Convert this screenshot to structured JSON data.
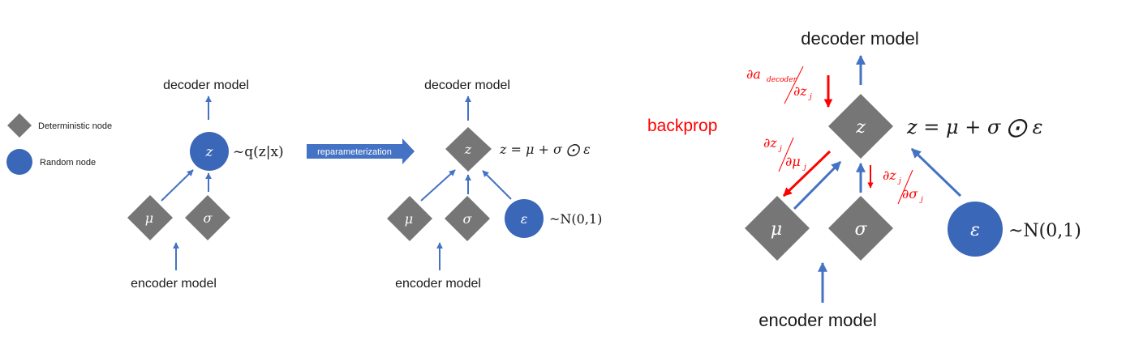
{
  "legend": {
    "deterministic_label": "Deterministic node",
    "random_label": "Random node"
  },
  "colors": {
    "deterministic": "#767676",
    "random": "#3a67b8",
    "arrow_blue": "#4472c4",
    "backprop_red": "#ff0000"
  },
  "panel1": {
    "decoder_label": "decoder model",
    "encoder_label": "encoder model",
    "z_symbol": "z",
    "mu_symbol": "μ",
    "sigma_symbol": "σ",
    "z_distribution": "~q(z|x)"
  },
  "transition": {
    "label": "reparameterization"
  },
  "panel2": {
    "decoder_label": "decoder model",
    "encoder_label": "encoder model",
    "z_symbol": "z",
    "mu_symbol": "μ",
    "sigma_symbol": "σ",
    "epsilon_symbol": "ε",
    "z_equation": "z = μ + σ ⨀ ε",
    "epsilon_distribution": "~N(0,1)"
  },
  "panel3": {
    "backprop_label": "backprop",
    "decoder_label": "decoder model",
    "encoder_label": "encoder model",
    "z_symbol": "z",
    "mu_symbol": "μ",
    "sigma_symbol": "σ",
    "epsilon_symbol": "ε",
    "z_equation": "z = μ + σ ⨀ ε",
    "epsilon_distribution": "~N(0,1)",
    "grad_decoder": {
      "numerator": "∂a",
      "subscript": "decoder",
      "denominator": "∂z",
      "denominator_sub": "j"
    },
    "grad_mu": {
      "numerator": "∂z",
      "numerator_sub": "j",
      "denominator": "∂μ",
      "denominator_sub": "j"
    },
    "grad_sigma": {
      "numerator": "∂z",
      "numerator_sub": "j",
      "denominator": "∂σ",
      "denominator_sub": "j"
    }
  }
}
